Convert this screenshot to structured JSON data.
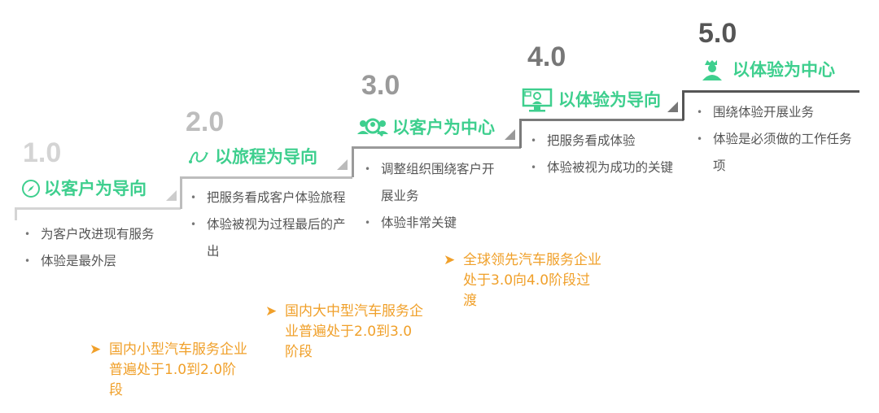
{
  "stages": [
    {
      "number": "1.0",
      "title": "以客户为导向",
      "icon": "compass-icon",
      "bullets": [
        "为客户改进现有服务",
        "体验是最外层"
      ]
    },
    {
      "number": "2.0",
      "title": "以旅程为导向",
      "icon": "journey-icon",
      "bullets": [
        "把服务看成客户体验旅程",
        "体验被视为过程最后的产出"
      ]
    },
    {
      "number": "3.0",
      "title": "以客户为中心",
      "icon": "customer-search-icon",
      "bullets": [
        "调整组织围绕客户开展业务",
        "体验非常关键"
      ]
    },
    {
      "number": "4.0",
      "title": "以体验为导向",
      "icon": "monitor-user-icon",
      "bullets": [
        "把服务看成体验",
        "体验被视为成功的关键"
      ]
    },
    {
      "number": "5.0",
      "title": "以体验为中心",
      "icon": "user-crown-icon",
      "bullets": [
        "围绕体验开展业务",
        "体验是必须做的工作任务项"
      ]
    }
  ],
  "notes": [
    {
      "arrow": "➤",
      "text": "国内小型汽车服务企业普遍处于1.0到2.0阶段"
    },
    {
      "arrow": "➤",
      "text": "国内大中型汽车服务企业普遍处于2.0到3.0阶段"
    },
    {
      "arrow": "➤",
      "text": "全球领先汽车服务企业处于3.0向4.0阶段过渡"
    }
  ],
  "colors": {
    "green": "#3ecf8e",
    "orange": "#f0a02a"
  }
}
